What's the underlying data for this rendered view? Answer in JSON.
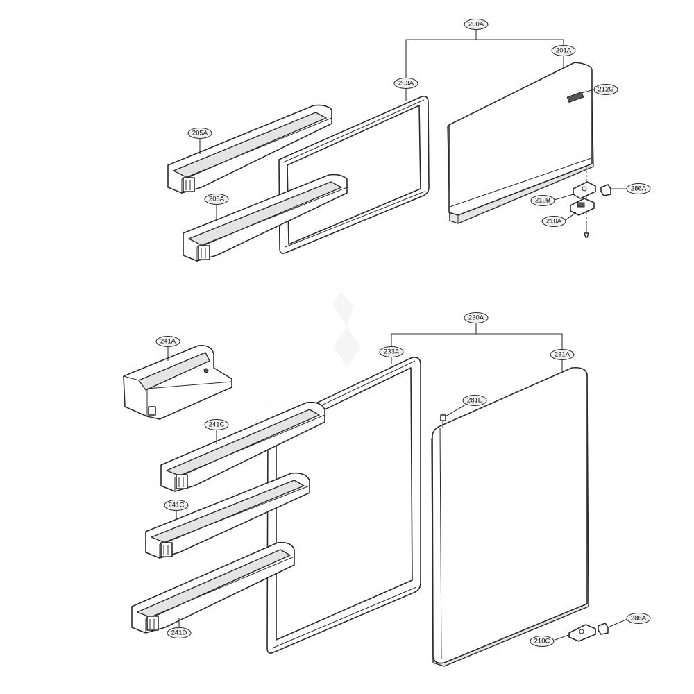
{
  "callouts": {
    "c200A": "200A",
    "c201A": "201A",
    "c203A": "203A",
    "c205A_1": "205A",
    "c205A_2": "205A",
    "c212G": "212G",
    "c286A_1": "286A",
    "c210B": "210B",
    "c210A": "210A",
    "c230A": "230A",
    "c233A": "233A",
    "c231A": "231A",
    "c241A": "241A",
    "c241C_1": "241C",
    "c241C_2": "241C",
    "c241D": "241D",
    "c281E": "281E",
    "c286A_2": "286A",
    "c210C": "210C"
  }
}
